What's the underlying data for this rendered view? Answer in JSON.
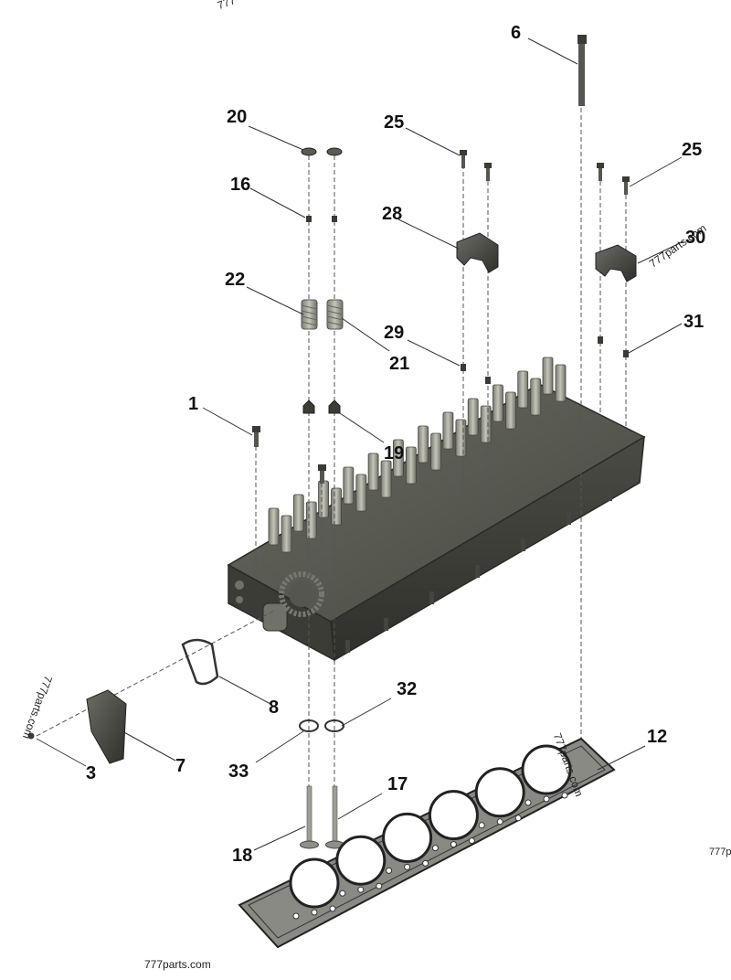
{
  "callouts": {
    "c1": "1",
    "c3": "3",
    "c6": "6",
    "c7": "7",
    "c8": "8",
    "c12": "12",
    "c16": "16",
    "c17": "17",
    "c18": "18",
    "c19": "19",
    "c20": "20",
    "c21": "21",
    "c22": "22",
    "c25a": "25",
    "c25b": "25",
    "c28": "28",
    "c29": "29",
    "c30": "30",
    "c31": "31",
    "c32": "32",
    "c33": "33"
  },
  "watermarks": {
    "wm_bottom": "777parts.com",
    "wm_gasket": "777parts.com",
    "wm_right": "777parts.com",
    "wm_left": "777parts.com",
    "wm_edge": "777p",
    "wm_top": "777"
  },
  "colors": {
    "metal_dark": "#3f403a",
    "metal_mid": "#5d5e56",
    "metal_light": "#8a8b82",
    "spring": "#a7a79c",
    "leader": "#333333"
  }
}
